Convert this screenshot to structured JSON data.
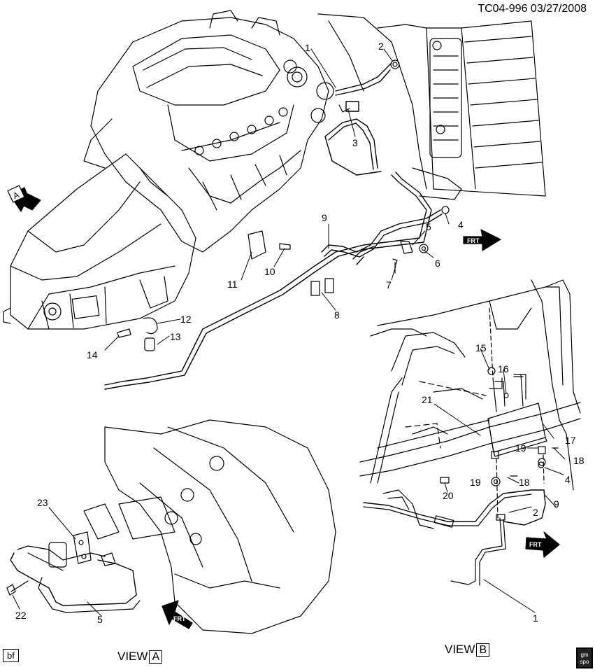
{
  "header": {
    "id_date": "TC04-996  03/27/2008"
  },
  "views": {
    "a_prefix": "VIEW",
    "a_letter": "A",
    "b_prefix": "VIEW",
    "b_letter": "B"
  },
  "view_markers": {
    "a": "A"
  },
  "footer": {
    "bf": "bf",
    "logo": "gm spo"
  },
  "front_arrows": {
    "text": "FRT"
  },
  "callouts": {
    "c1": "1",
    "c2": "2",
    "c3": "3",
    "c4": "4",
    "c5": "5",
    "c6": "6",
    "c7": "7",
    "c8": "8",
    "c9": "9",
    "c10": "10",
    "c11": "11",
    "c12": "12",
    "c13": "13",
    "c14": "14",
    "c15": "15",
    "c16": "16",
    "c17": "17",
    "c18a": "18",
    "c18b": "18",
    "c19a": "19",
    "c19b": "19",
    "c20": "20",
    "c21": "21",
    "c22": "22",
    "c23": "23",
    "c5b": "5",
    "c1b": "1",
    "c2b": "2",
    "c4b": "4",
    "c9b": "9"
  }
}
